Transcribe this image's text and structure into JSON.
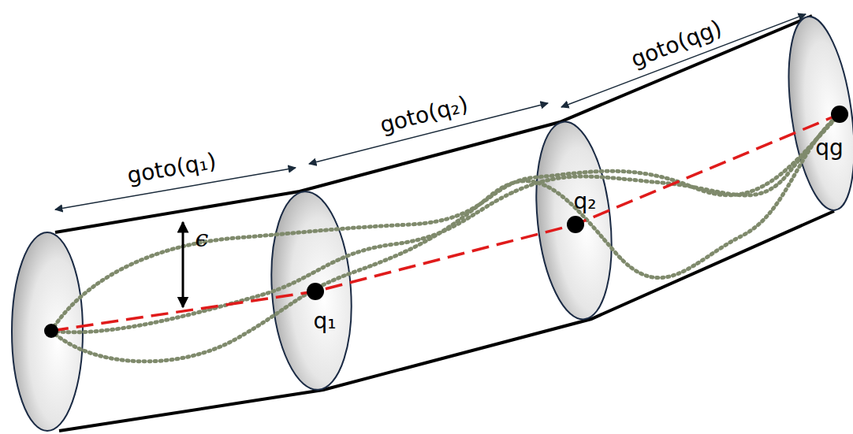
{
  "diagram": {
    "labels": [
      "goto(q₁)",
      "goto(q₂)",
      "goto(qg)",
      "ϵ",
      "q₁",
      "q₂",
      "qg"
    ]
  }
}
